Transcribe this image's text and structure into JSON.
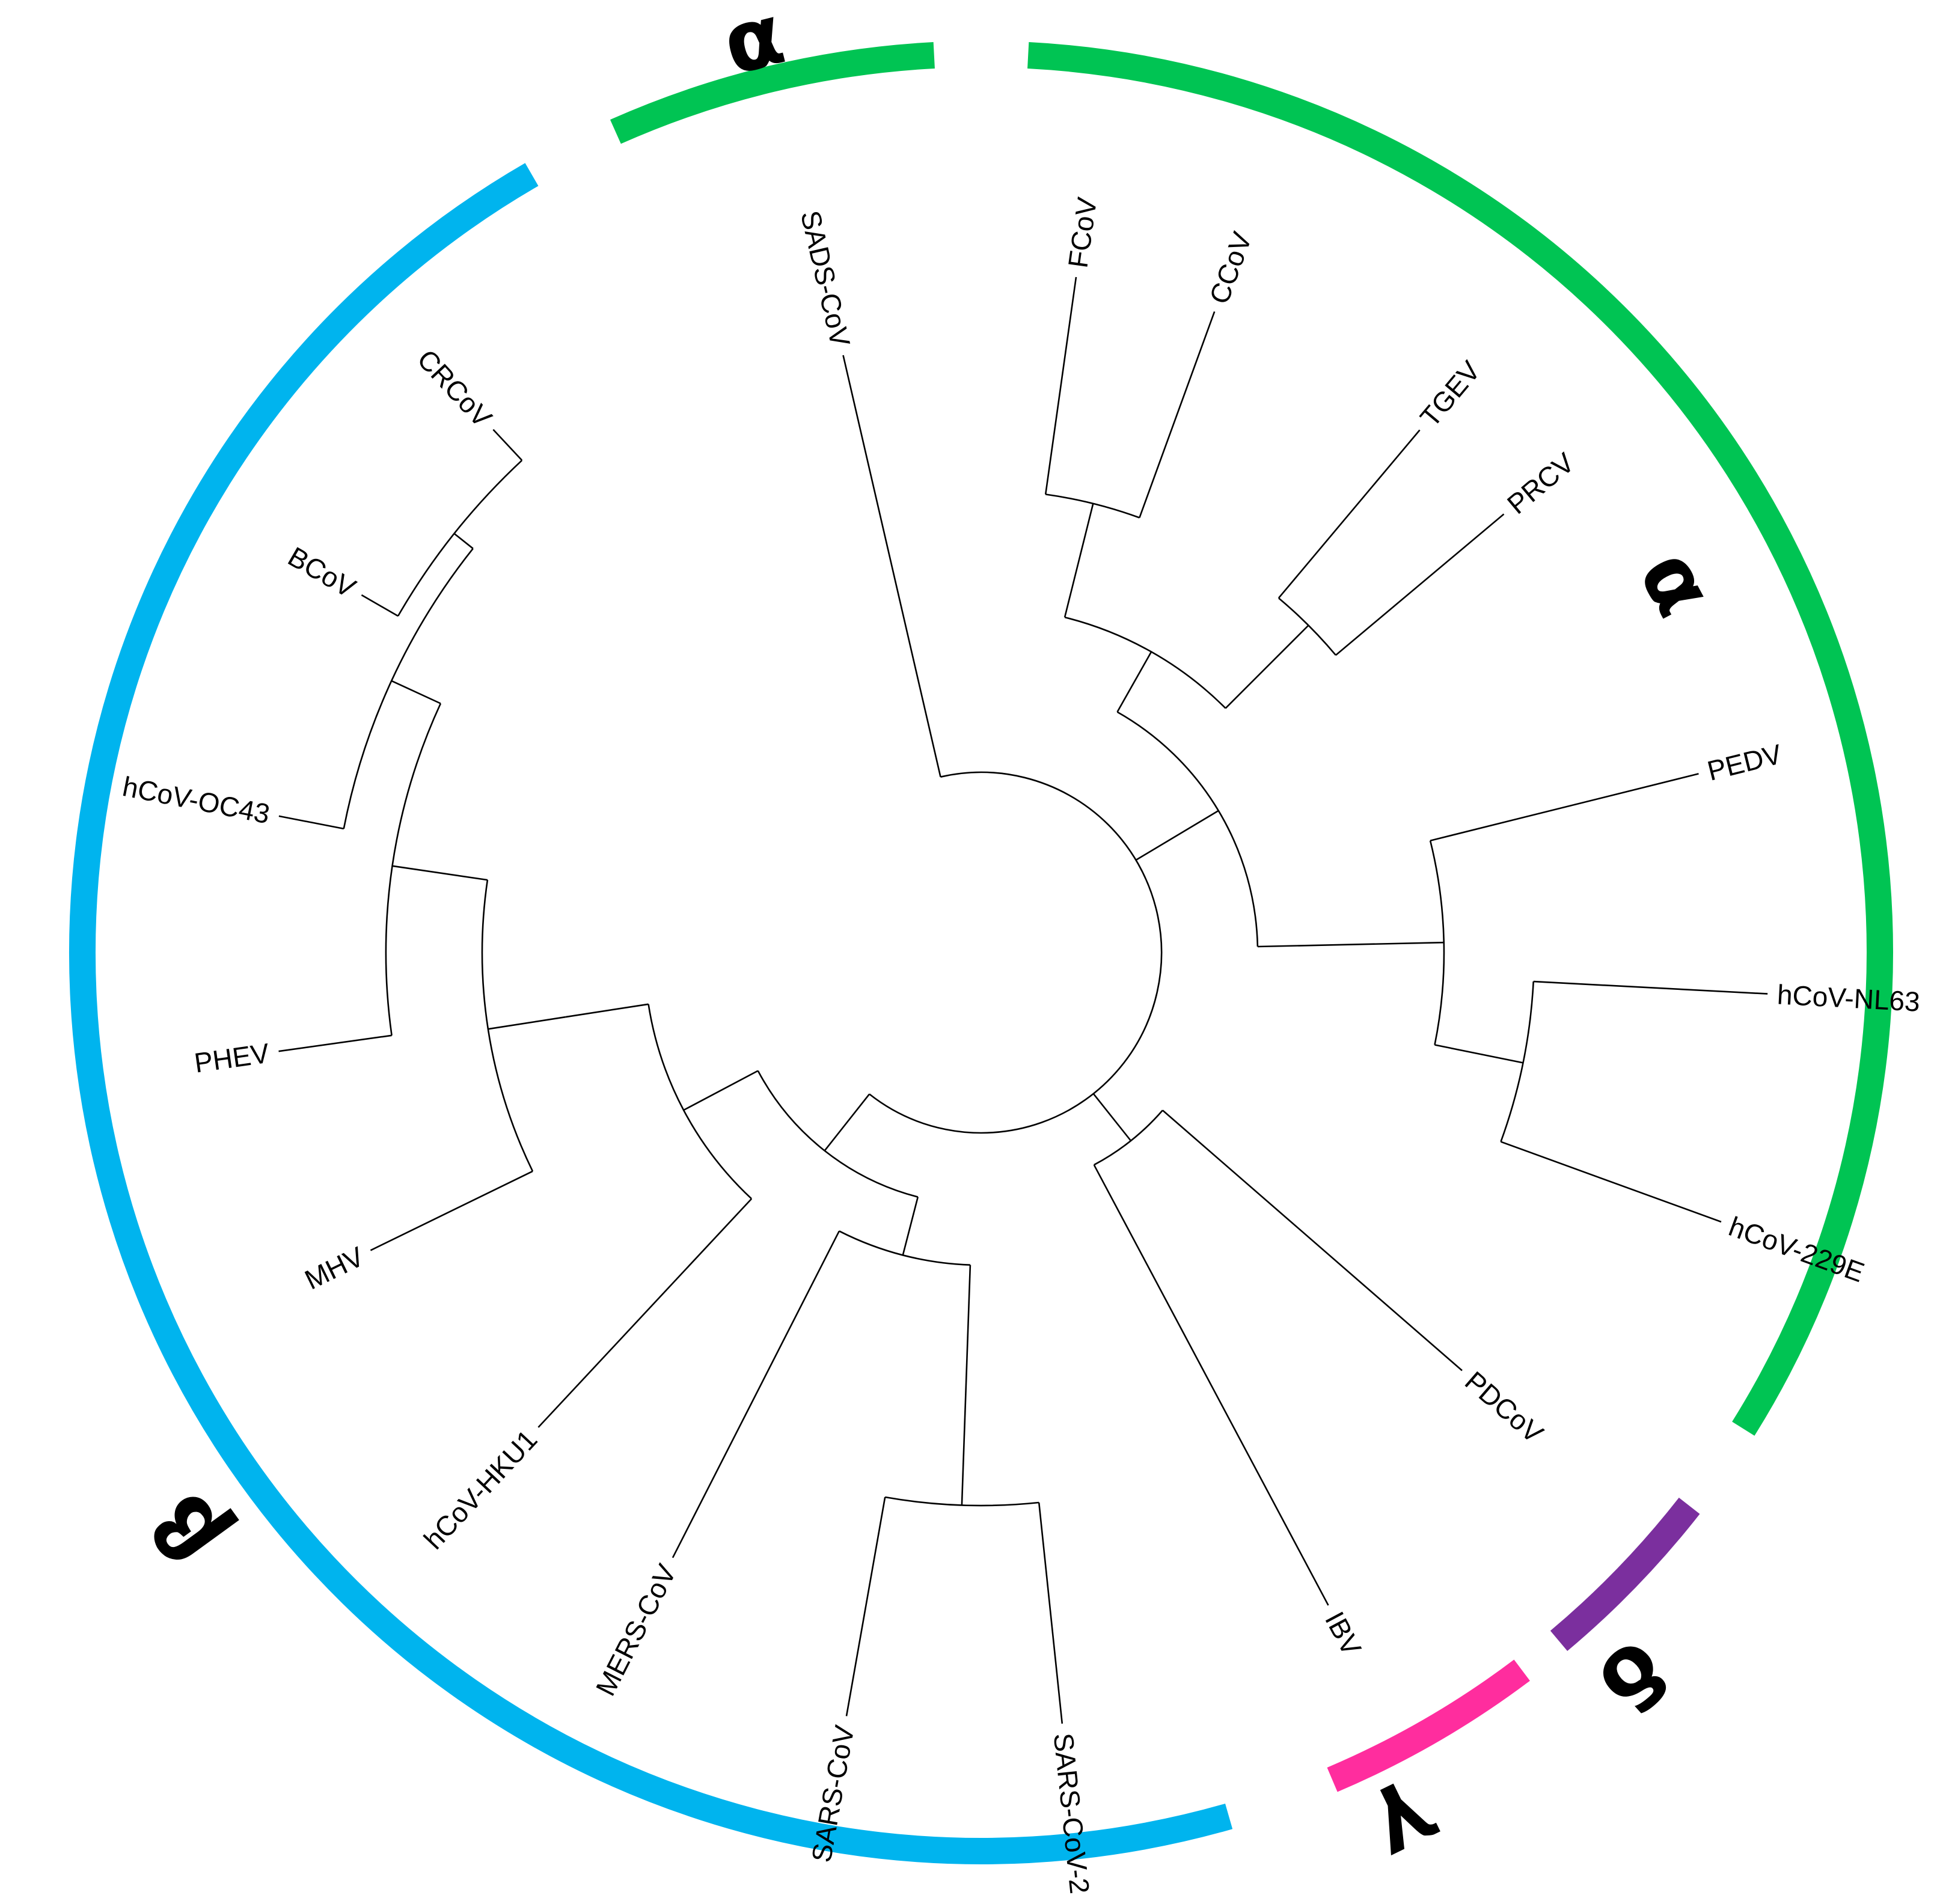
{
  "leaves": [
    {
      "id": "sads",
      "label": "SADS-CoV"
    },
    {
      "id": "fcov",
      "label": "FCoV"
    },
    {
      "id": "ccov",
      "label": "CCoV"
    },
    {
      "id": "tgev",
      "label": "TGEV"
    },
    {
      "id": "prcv",
      "label": "PRCV"
    },
    {
      "id": "pedv",
      "label": "PEDV"
    },
    {
      "id": "nl63",
      "label": "hCoV-NL63"
    },
    {
      "id": "e229",
      "label": "hCoV-229E"
    },
    {
      "id": "pdcov",
      "label": "PDCoV"
    },
    {
      "id": "ibv",
      "label": "IBV"
    },
    {
      "id": "sars2",
      "label": "SARS-CoV-2"
    },
    {
      "id": "sars",
      "label": "SARS-CoV"
    },
    {
      "id": "mers",
      "label": "MERS-CoV"
    },
    {
      "id": "hku1",
      "label": "hCoV-HKU1"
    },
    {
      "id": "mhv",
      "label": "MHV"
    },
    {
      "id": "phev",
      "label": "PHEV"
    },
    {
      "id": "oc43",
      "label": "hCoV-OC43"
    },
    {
      "id": "bcov",
      "label": "BCoV"
    },
    {
      "id": "crcov",
      "label": "CRCoV"
    }
  ],
  "genera": [
    {
      "id": "alpha-top",
      "symbol": "α",
      "color": "#00C453"
    },
    {
      "id": "alpha-main",
      "symbol": "α",
      "color": "#00C453"
    },
    {
      "id": "delta",
      "symbol": "δ",
      "color": "#7B2F9E"
    },
    {
      "id": "gamma",
      "symbol": "γ",
      "color": "#FF2D9E"
    },
    {
      "id": "beta",
      "symbol": "β",
      "color": "#00B4EE"
    }
  ]
}
